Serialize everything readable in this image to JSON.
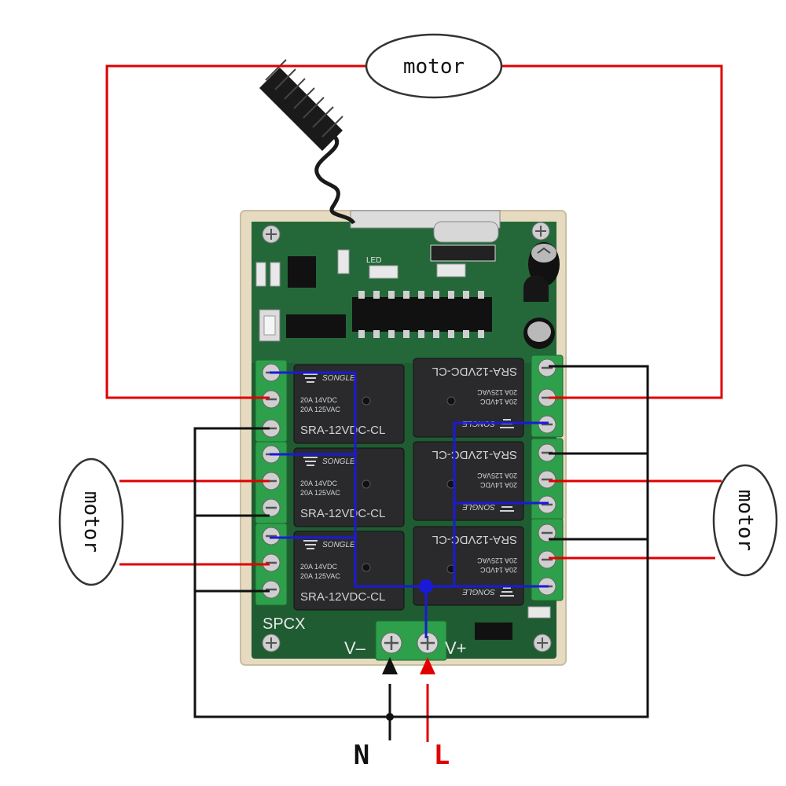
{
  "diagram": {
    "motor_label": "motor",
    "neutral_label": "N",
    "line_label": "L",
    "vminus_label": "V–",
    "vplus_label": "V+",
    "board_model": "SPCX",
    "relay": {
      "brand": "SONGLE",
      "rating_dc": "20A 14VDC",
      "rating_ac": "20A 125VAC",
      "model": "SRA-12VDC-CL"
    },
    "led_label": "LED",
    "colors": {
      "board": "#1f5c32",
      "board_frame": "#e8dcc2",
      "relay": "#2a2a2c",
      "wire_live": "#e00000",
      "wire_neutral": "#111111",
      "wire_common": "#1a1ad6",
      "terminal_block": "#2e9f4a"
    }
  }
}
